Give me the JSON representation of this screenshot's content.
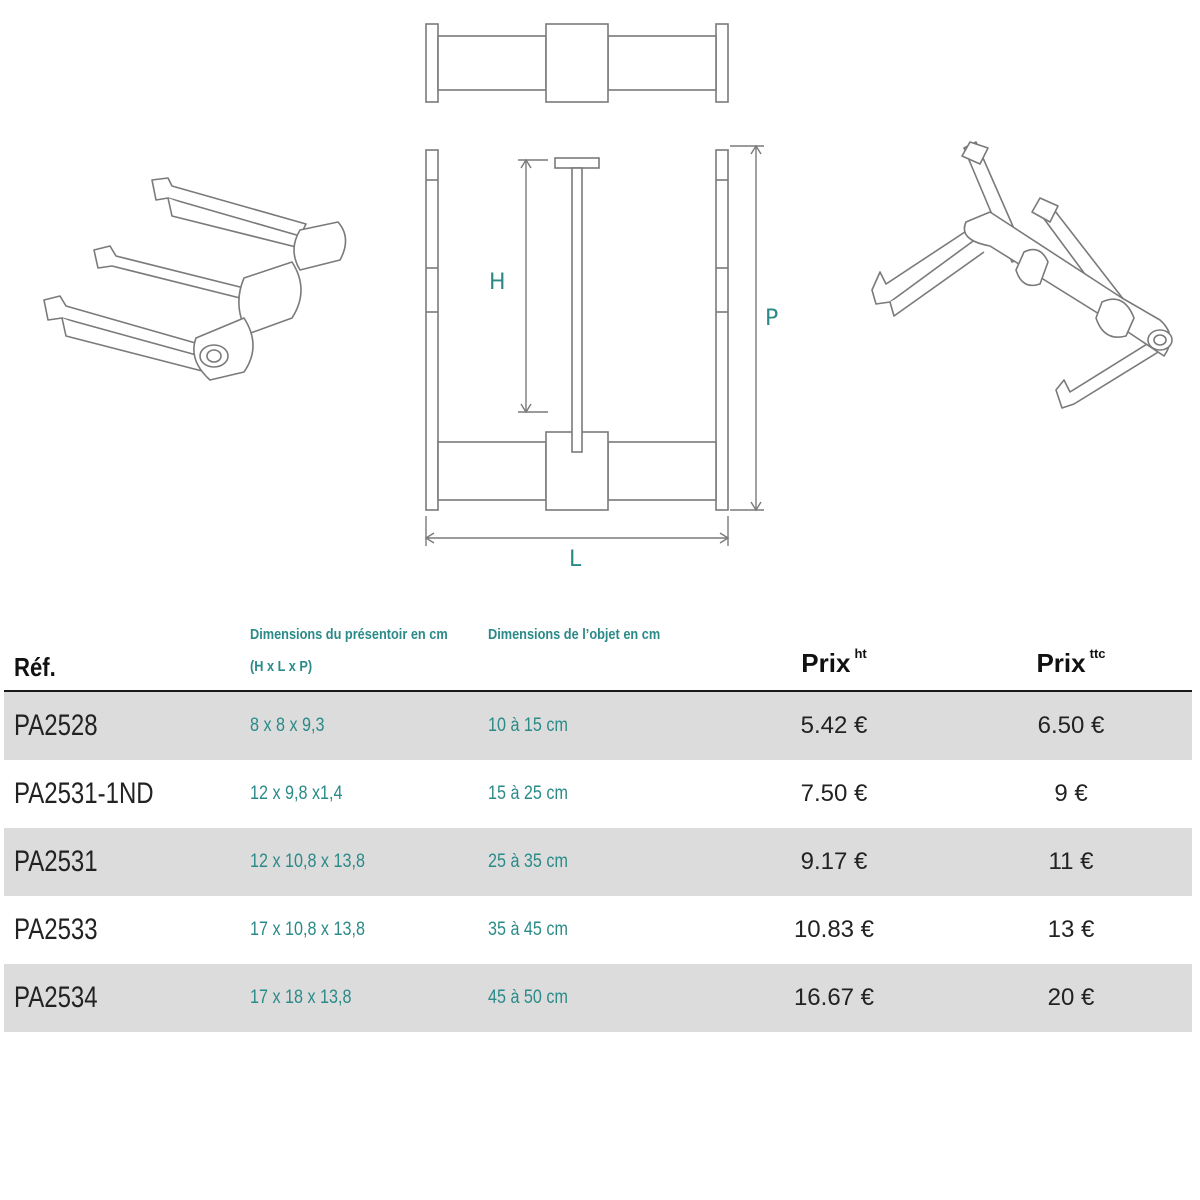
{
  "diagram": {
    "labels": {
      "height": "H",
      "depth": "P",
      "length": "L"
    }
  },
  "table": {
    "headers": {
      "ref": "Réf.",
      "dims_line1": "Dimensions du présentoir en cm",
      "dims_line2": "(H x L x P)",
      "object_dims": "Dimensions de l’objet en cm",
      "price": "Prix",
      "ht": "ht",
      "ttc": "ttc"
    },
    "rows": [
      {
        "ref": "PA2528",
        "dims": "8 x 8 x 9,3",
        "object": "10 à 15 cm",
        "price_ht": "5.42 €",
        "price_ttc": "6.50 €"
      },
      {
        "ref": "PA2531-1ND",
        "dims": "12 x 9,8 x1,4",
        "object": "15 à 25 cm",
        "price_ht": "7.50 €",
        "price_ttc": "9 €"
      },
      {
        "ref": "PA2531",
        "dims": "12 x 10,8 x 13,8",
        "object": "25 à 35 cm",
        "price_ht": "9.17 €",
        "price_ttc": "11 €"
      },
      {
        "ref": "PA2533",
        "dims": "17 x 10,8 x 13,8",
        "object": "35 à 45 cm",
        "price_ht": "10.83 €",
        "price_ttc": "13 €"
      },
      {
        "ref": "PA2534",
        "dims": "17 x 18 x 13,8",
        "object": "45 à 50 cm",
        "price_ht": "16.67 €",
        "price_ttc": "20 €"
      }
    ]
  },
  "colors": {
    "accent": "#2a8a88",
    "row_shade": "#dcdcdc",
    "line": "#7a7a7a"
  }
}
